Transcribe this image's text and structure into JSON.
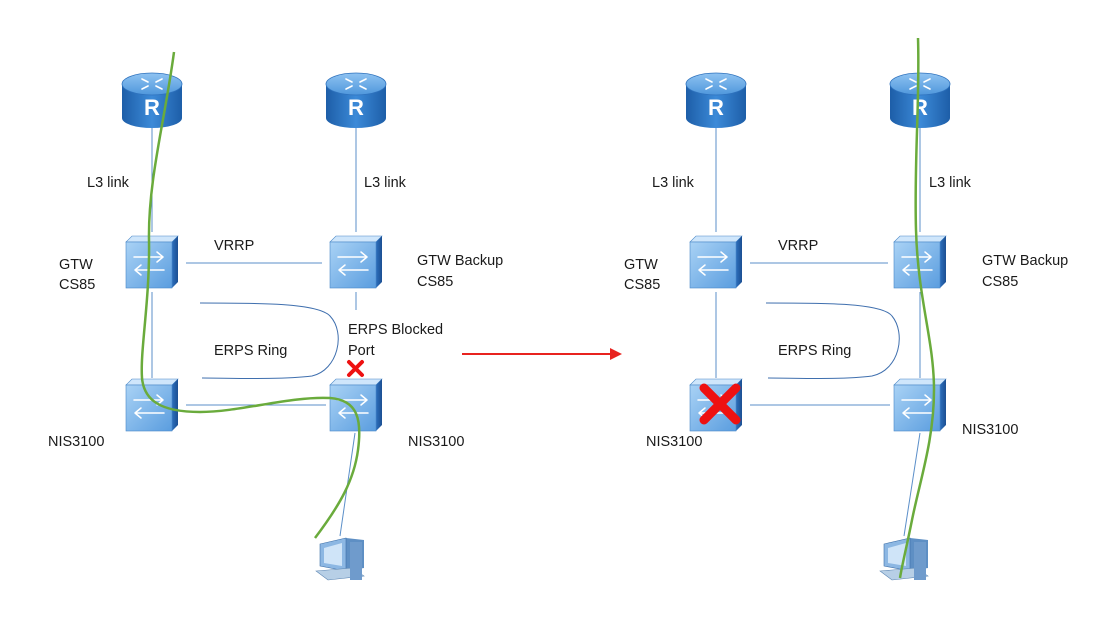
{
  "colors": {
    "link": "#5b8fc9",
    "traffic_path": "#6aab3c",
    "transition_arrow": "#e8231f",
    "failure_mark": "#ee1111",
    "ring": "#3f6fae"
  },
  "left": {
    "router_left_label": "",
    "l3_link_left": "L3 link",
    "l3_link_right": "L3 link",
    "vrrp": "VRRP",
    "gtw_line1": "GTW",
    "gtw_line2": "CS85",
    "gtw_backup_line1": "GTW Backup",
    "gtw_backup_line2": "CS85",
    "erps_ring": "ERPS Ring",
    "erps_blocked_line1": "ERPS Blocked",
    "erps_blocked_line2": "Port",
    "nis_left": "NIS3100",
    "nis_right": "NIS3100"
  },
  "right": {
    "l3_link_left": "L3 link",
    "l3_link_right": "L3 link",
    "vrrp": "VRRP",
    "gtw_line1": "GTW",
    "gtw_line2": "CS85",
    "gtw_backup_line1": "GTW Backup",
    "gtw_backup_line2": "CS85",
    "erps_ring": "ERPS Ring",
    "nis_left": "NIS3100",
    "nis_right": "NIS3100"
  },
  "icons": {
    "router": "router-icon",
    "switch": "switch-icon",
    "pc": "computer-icon",
    "blocked": "blocked-port-icon",
    "failed": "failed-switch-icon"
  }
}
